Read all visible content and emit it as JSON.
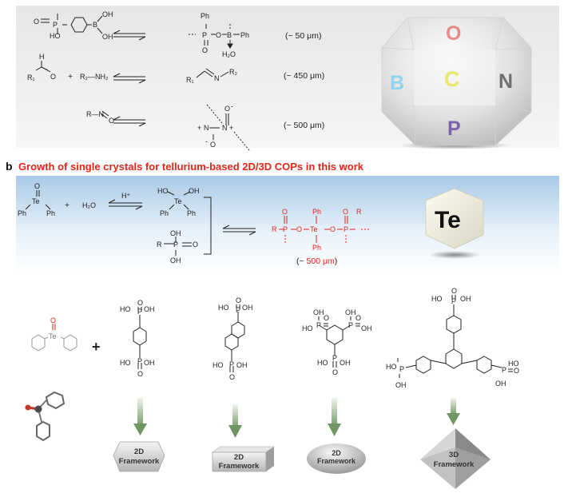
{
  "panel_a": {
    "reactions": [
      {
        "r1": {
          "a": "O",
          "b": "P",
          "c": "HO",
          "d": "HO",
          "e": "B",
          "f": "OH",
          "g": "OH"
        },
        "p": {
          "ph1": "Ph",
          "P": "P",
          "O1": "O",
          "O2": "O",
          "B": "B",
          "ph2": "Ph",
          "h2o": "H₂O"
        },
        "size": "(~ 50 μm)"
      },
      {
        "r1": {
          "H": "H",
          "R1": "R₁",
          "O": "O"
        },
        "plus": "+",
        "r2": "R₂—NH₂",
        "p": {
          "R1": "R₁",
          "N": "N",
          "R2": "R₂"
        },
        "size": "(~ 450 μm)"
      },
      {
        "r1": "R—N",
        "r1o": "O",
        "p": {
          "O1": "O",
          "O2": "O",
          "N1": "N",
          "N2": "N",
          "plus1": "+",
          "plus2": "+",
          "minus1": "-",
          "minus2": "-"
        },
        "size": "(~ 500 μm)"
      }
    ],
    "crystal_letters": {
      "top": "O",
      "left": "B",
      "center": "C",
      "right": "N",
      "bottom": "P"
    }
  },
  "panel_b": {
    "label": "b",
    "title": "Growth of single crystals for tellurium-based 2D/3D COPs in this work",
    "reactant1": {
      "O": "O",
      "Te": "Te",
      "ph1": "Ph",
      "ph2": "Ph"
    },
    "plus": "+",
    "water": "H₂O",
    "catalyst": "H⁺",
    "intermediate": {
      "ho": "HO",
      "te": "Te",
      "oh": "OH",
      "ph1": "Ph",
      "ph2": "Ph"
    },
    "acid": {
      "oh1": "OH",
      "r": "R",
      "p": "P",
      "o": "O",
      "oh2": "OH"
    },
    "product": {
      "R1": "R",
      "P1": "P",
      "O1": "O",
      "Te": "Te",
      "O2": "O",
      "P2": "P",
      "R2": "R",
      "ph_top": "Ph",
      "ph_bot": "Ph",
      "Otop1": "O",
      "Otop2": "O"
    },
    "size_prefix": "(~ ",
    "size_value": "500 μm",
    "size_suffix": ")",
    "cube_label": "Te"
  },
  "panel_c": {
    "plus": "+",
    "diphenyl_te": {
      "O": "O",
      "Te": "Te"
    },
    "linkers": [
      {
        "oh_labels": [
          "HO",
          "OH",
          "HO",
          "OH"
        ],
        "p": "P",
        "o": "O"
      },
      {
        "oh_labels": [
          "HO",
          "OH",
          "HO",
          "OH"
        ],
        "p": "P",
        "o": "O"
      },
      {
        "oh_labels": [
          "OH",
          "HO",
          "OH",
          "OH",
          "HO",
          "OH"
        ],
        "p": "P",
        "o": "O"
      },
      {
        "oh_labels": [
          "HO",
          "OH",
          "HO",
          "OH",
          "HO",
          "OH"
        ],
        "p": "P",
        "o": "O"
      }
    ],
    "frameworks": [
      {
        "l1": "2D",
        "l2": "Framework"
      },
      {
        "l1": "2D",
        "l2": "Framework"
      },
      {
        "l1": "2D",
        "l2": "Framework"
      },
      {
        "l1": "3D",
        "l2": "Framework"
      }
    ]
  }
}
